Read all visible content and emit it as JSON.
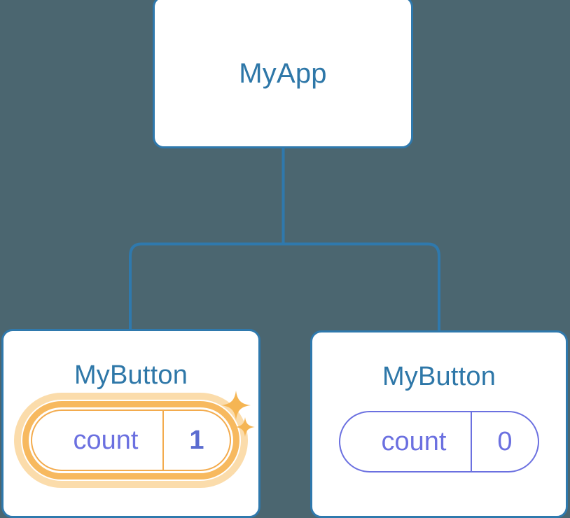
{
  "diagram": {
    "type": "component-tree",
    "background_color": "#4b6670",
    "edge_color": "#2f79ad",
    "node_border_color": "#2f79ad",
    "node_title_color": "#2e77a8",
    "state_color": "#6b70e0",
    "highlight_color": "#f3ab4d",
    "highlight_glow_color": "#fbdcab"
  },
  "root": {
    "title": "MyApp"
  },
  "children": [
    {
      "title": "MyButton",
      "state": {
        "key": "count",
        "value": "1"
      },
      "highlighted": true,
      "sparkles": [
        "sparkle-large",
        "sparkle-small"
      ]
    },
    {
      "title": "MyButton",
      "state": {
        "key": "count",
        "value": "0"
      },
      "highlighted": false,
      "sparkles": []
    }
  ],
  "edges": [
    {
      "from": "MyApp",
      "to": "MyButton (left)"
    },
    {
      "from": "MyApp",
      "to": "MyButton (right)"
    }
  ]
}
